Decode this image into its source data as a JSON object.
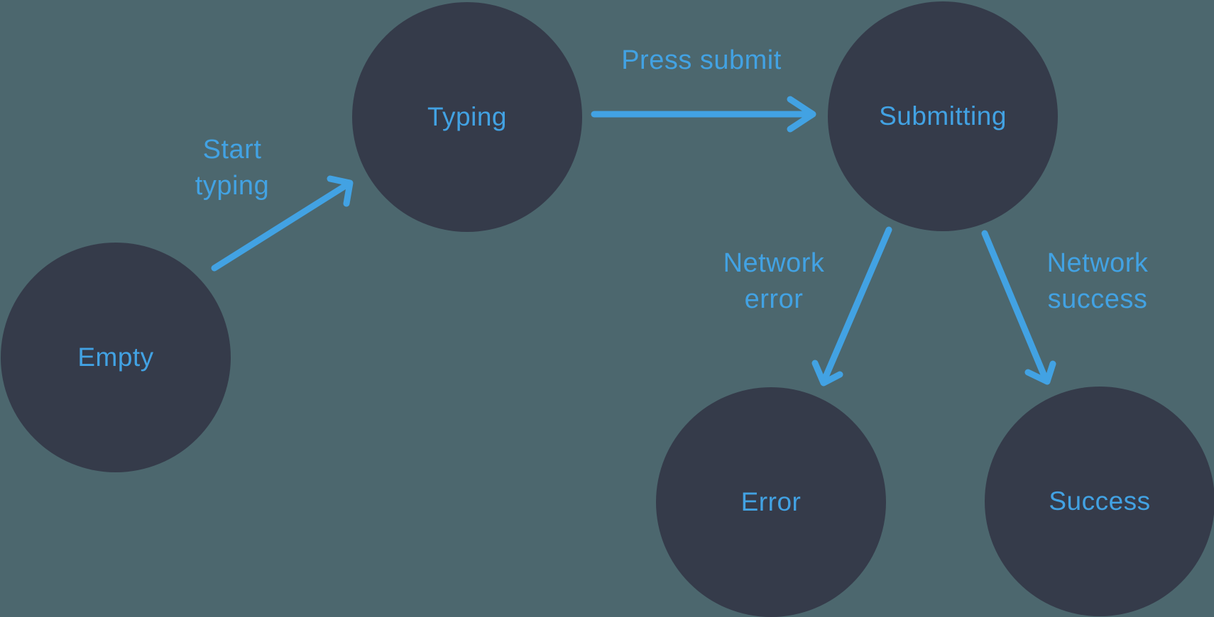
{
  "diagram": {
    "type": "state-machine",
    "colors": {
      "background": "#4C676E",
      "node_fill": "#353B4A",
      "accent": "#42A2E3"
    },
    "nodes": [
      {
        "id": "empty",
        "label": "Empty"
      },
      {
        "id": "typing",
        "label": "Typing"
      },
      {
        "id": "submitting",
        "label": "Submitting"
      },
      {
        "id": "error",
        "label": "Error"
      },
      {
        "id": "success",
        "label": "Success"
      }
    ],
    "transitions": [
      {
        "from": "empty",
        "to": "typing",
        "label": "Start typing",
        "lines": [
          "Start",
          "typing"
        ]
      },
      {
        "from": "typing",
        "to": "submitting",
        "label": "Press submit",
        "lines": [
          "Press submit"
        ]
      },
      {
        "from": "submitting",
        "to": "error",
        "label": "Network error",
        "lines": [
          "Network",
          "error"
        ]
      },
      {
        "from": "submitting",
        "to": "success",
        "label": "Network success",
        "lines": [
          "Network",
          "success"
        ]
      }
    ]
  }
}
